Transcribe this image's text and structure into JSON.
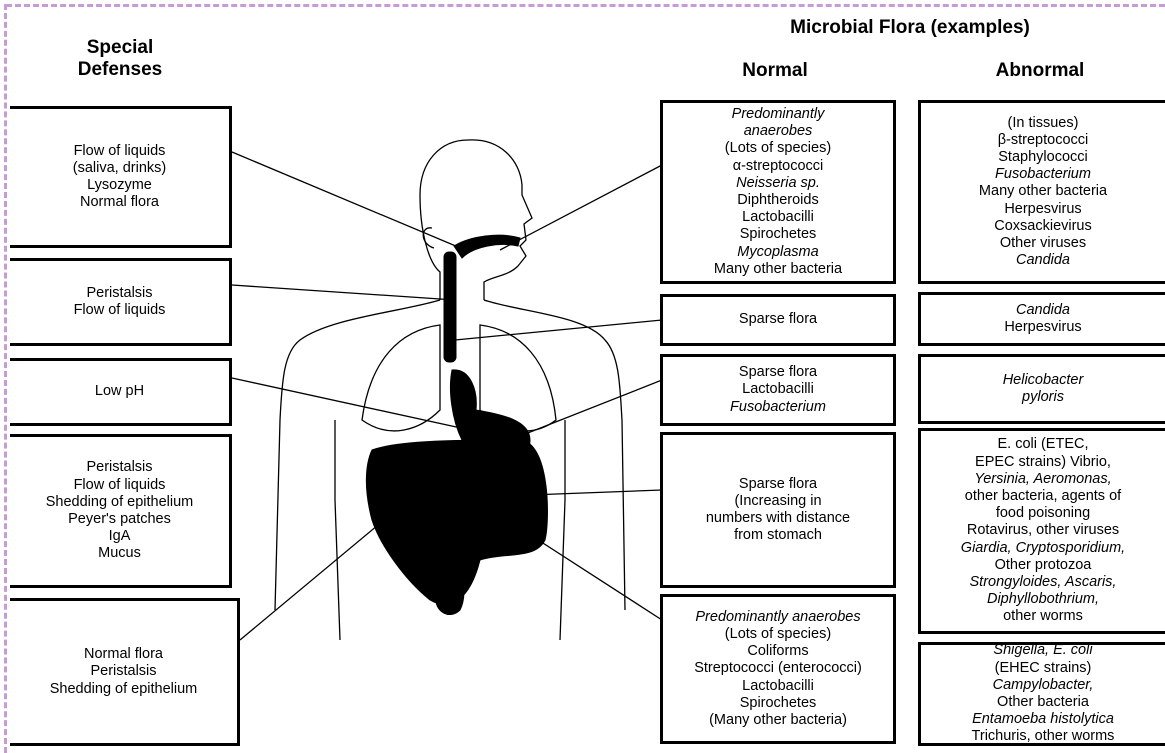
{
  "headers": {
    "special_defenses": [
      "Special",
      "Defenses"
    ],
    "microbial_flora": "Microbial Flora (examples)",
    "normal": "Normal",
    "abnormal": "Abnormal"
  },
  "defenses": [
    {
      "lines": [
        {
          "t": "Flow of liquids"
        },
        {
          "t": "(saliva, drinks)"
        },
        {
          "t": "Lysozyme"
        },
        {
          "t": "Normal flora"
        }
      ]
    },
    {
      "lines": [
        {
          "t": "Peristalsis"
        },
        {
          "t": "Flow of liquids"
        }
      ]
    },
    {
      "lines": [
        {
          "t": "Low pH"
        }
      ]
    },
    {
      "lines": [
        {
          "t": "Peristalsis"
        },
        {
          "t": "Flow of liquids"
        },
        {
          "t": "Shedding of epithelium"
        },
        {
          "t": "Peyer's patches"
        },
        {
          "t": "IgA"
        },
        {
          "t": "Mucus"
        }
      ]
    },
    {
      "lines": [
        {
          "t": "Normal flora"
        },
        {
          "t": "Peristalsis"
        },
        {
          "t": "Shedding of epithelium"
        }
      ]
    }
  ],
  "normal_flora": [
    {
      "lines": [
        {
          "t": "Predominantly",
          "i": true
        },
        {
          "t": "anaerobes",
          "i": true
        },
        {
          "t": "(Lots of species)"
        },
        {
          "t": "α-streptococci"
        },
        {
          "t": "Neisseria sp.",
          "i": true
        },
        {
          "t": "Diphtheroids"
        },
        {
          "t": "Lactobacilli"
        },
        {
          "t": "Spirochetes"
        },
        {
          "t": "Mycoplasma",
          "i": true
        },
        {
          "t": "Many other bacteria"
        }
      ]
    },
    {
      "lines": [
        {
          "t": "Sparse flora"
        }
      ]
    },
    {
      "lines": [
        {
          "t": "Sparse flora"
        },
        {
          "t": "Lactobacilli"
        },
        {
          "t": "Fusobacterium",
          "i": true
        }
      ]
    },
    {
      "lines": [
        {
          "t": "Sparse flora"
        },
        {
          "t": "(Increasing in"
        },
        {
          "t": "numbers with distance"
        },
        {
          "t": "from stomach"
        }
      ]
    },
    {
      "lines": [
        {
          "t": "Predominantly anaerobes",
          "i": true
        },
        {
          "t": "(Lots of species)"
        },
        {
          "t": "Coliforms"
        },
        {
          "t": "Streptococci (enterococci)"
        },
        {
          "t": "Lactobacilli"
        },
        {
          "t": "Spirochetes"
        },
        {
          "t": "(Many other bacteria)"
        }
      ]
    }
  ],
  "abnormal_flora": [
    {
      "lines": [
        {
          "t": "(In tissues)"
        },
        {
          "t": "β-streptococci"
        },
        {
          "t": "Staphylococci"
        },
        {
          "t": "Fusobacterium",
          "i": true
        },
        {
          "t": "Many other bacteria"
        },
        {
          "t": "Herpesvirus"
        },
        {
          "t": "Coxsackievirus"
        },
        {
          "t": "Other viruses"
        },
        {
          "t": "Candida",
          "i": true
        }
      ]
    },
    {
      "lines": [
        {
          "t": "Candida",
          "i": true
        },
        {
          "t": "Herpesvirus"
        }
      ]
    },
    {
      "lines": [
        {
          "t": "Helicobacter",
          "i": true
        },
        {
          "t": "pyloris",
          "i": true
        }
      ]
    },
    {
      "lines": [
        {
          "t": "E. coli (ETEC,"
        },
        {
          "t": "EPEC strains) Vibrio,"
        },
        {
          "t": "Yersinia, Aeromonas,",
          "i": true
        },
        {
          "t": "other bacteria, agents of"
        },
        {
          "t": "food poisoning"
        },
        {
          "t": "Rotavirus, other viruses"
        },
        {
          "t": "Giardia, Cryptosporidium,",
          "i": true
        },
        {
          "t": "Other protozoa"
        },
        {
          "t": "Strongyloides, Ascaris,",
          "i": true
        },
        {
          "t": "Diphyllobothrium,",
          "i": true
        },
        {
          "t": "other worms"
        }
      ]
    },
    {
      "lines": [
        {
          "t": "Shigella, E. coli",
          "i": true
        },
        {
          "t": "(EHEC strains)"
        },
        {
          "t": "Campylobacter,",
          "i": true
        },
        {
          "t": "Other bacteria"
        },
        {
          "t": "Entamoeba histolytica",
          "i": true
        },
        {
          "t": "Trichuris, other worms"
        }
      ]
    }
  ]
}
